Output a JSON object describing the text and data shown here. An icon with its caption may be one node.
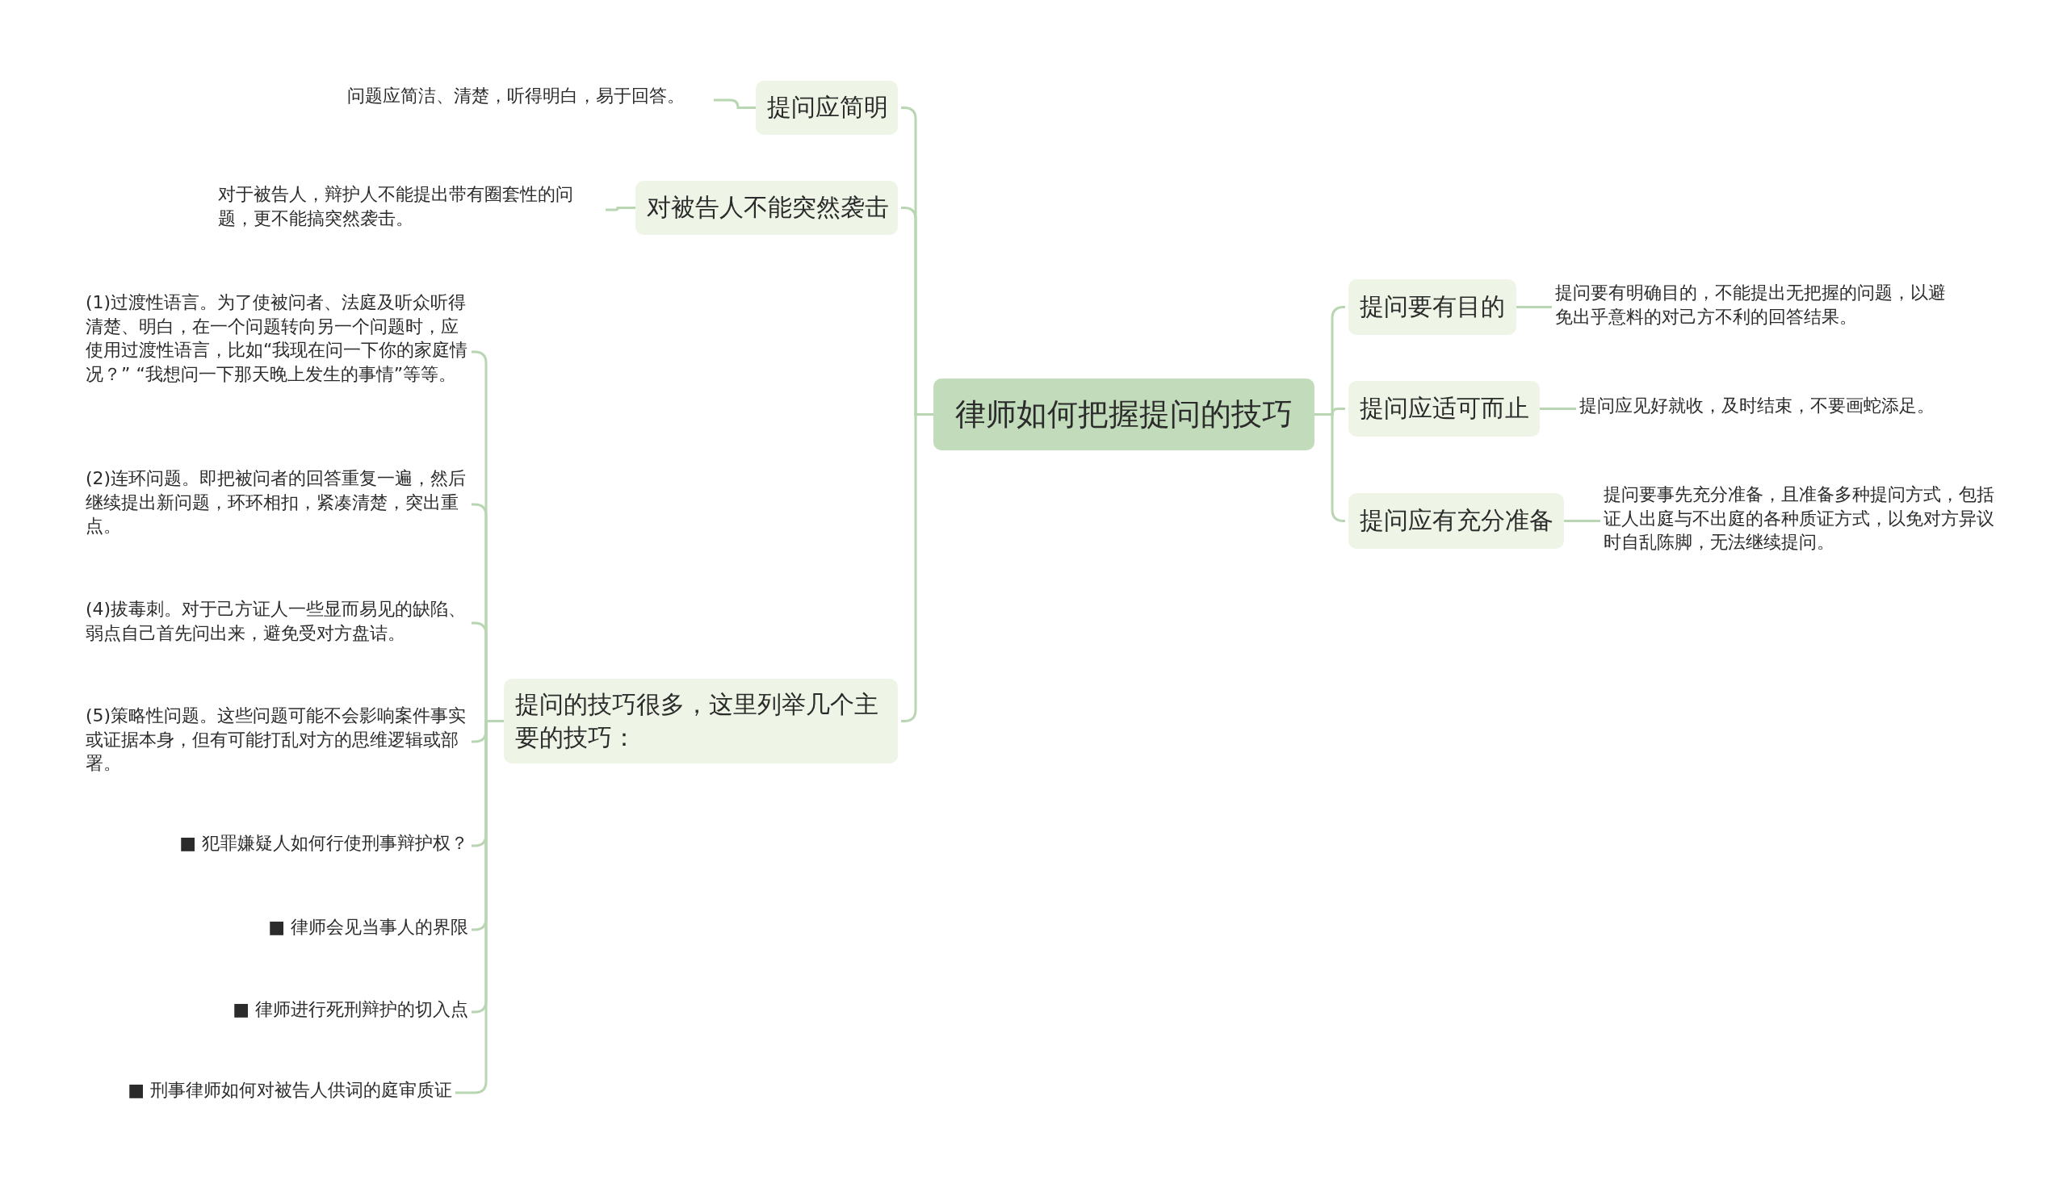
{
  "diagram": {
    "nodes": [
      {
        "text": [
          "律师如何把握提问的技巧"
        ]
      },
      {
        "text": [
          "提问应简明"
        ]
      },
      {
        "text": [
          "问题应简洁、清楚，听得明白，易于回答。"
        ]
      },
      {
        "text": [
          "对被告人不能突然袭击"
        ]
      },
      {
        "text": [
          "对于被告人，辩护人不能提出带有圈套性的问题，更不能搞突然袭击。"
        ]
      },
      {
        "text": [
          "提问的技巧很多，这里列举几个主要的技巧："
        ]
      },
      {
        "text": [
          "(1)过渡性语言。为了使被问者、法庭及听众听得清楚、明白，在一个问题转向另一个问题时，应使用过渡性语言，比如“我现在问一下你的家庭情况？” “我想问一下那天晚上发生的事情”等等。"
        ]
      },
      {
        "text": [
          "(2)连环问题。即把被问者的回答重复一遍，然后继续提出新问题，环环相扣，紧凑清楚，突出重点。"
        ]
      },
      {
        "text": [
          "(4)拔毒刺。对于己方证人一些显而易见的缺陷、弱点自己首先问出来，避免受对方盘诘。"
        ]
      },
      {
        "text": [
          "(5)策略性问题。这些问题可能不会影响案件事实或证据本身，但有可能打乱对方的思维逻辑或部署。"
        ]
      },
      {
        "text": [
          "■ 犯罪嫌疑人如何行使刑事辩护权？"
        ]
      },
      {
        "text": [
          "■ 律师会见当事人的界限"
        ]
      },
      {
        "text": [
          "■ 律师进行死刑辩护的切入点"
        ]
      },
      {
        "text": [
          "■ 刑事律师如何对被告人供词的庭审质证"
        ]
      },
      {
        "text": [
          "提问要有目的"
        ]
      },
      {
        "text": [
          "提问要有明确目的，不能提出无把握的问题，以避免出乎意料的对己方不利的回答结果。"
        ]
      },
      {
        "text": [
          "提问应适可而止"
        ]
      },
      {
        "text": [
          "提问应见好就收，及时结束，不要画蛇添足。"
        ]
      },
      {
        "text": [
          "提问应有充分准备"
        ]
      },
      {
        "text": [
          "提问要事先充分准备，且准备多种提问方式，包括证人出庭与不出庭的各种质证方式，以免对方异议时自乱陈脚，无法继续提问。"
        ]
      }
    ],
    "edges": [
      {
        "from": 0,
        "to": 1,
        "arrow": "none"
      },
      {
        "from": 1,
        "to": 2,
        "arrow": "none"
      },
      {
        "from": 0,
        "to": 3,
        "arrow": "none"
      },
      {
        "from": 3,
        "to": 4,
        "arrow": "none"
      },
      {
        "from": 0,
        "to": 5,
        "arrow": "none"
      },
      {
        "from": 5,
        "to": 6,
        "arrow": "none"
      },
      {
        "from": 5,
        "to": 7,
        "arrow": "none"
      },
      {
        "from": 5,
        "to": 8,
        "arrow": "none"
      },
      {
        "from": 5,
        "to": 9,
        "arrow": "none"
      },
      {
        "from": 5,
        "to": 10,
        "arrow": "none"
      },
      {
        "from": 5,
        "to": 11,
        "arrow": "none"
      },
      {
        "from": 5,
        "to": 12,
        "arrow": "none"
      },
      {
        "from": 5,
        "to": 13,
        "arrow": "none"
      },
      {
        "from": 0,
        "to": 14,
        "arrow": "none"
      },
      {
        "from": 14,
        "to": 15,
        "arrow": "none"
      },
      {
        "from": 0,
        "to": 16,
        "arrow": "none"
      },
      {
        "from": 16,
        "to": 17,
        "arrow": "none"
      },
      {
        "from": 0,
        "to": 18,
        "arrow": "none"
      },
      {
        "from": 18,
        "to": 19,
        "arrow": "none"
      }
    ]
  }
}
